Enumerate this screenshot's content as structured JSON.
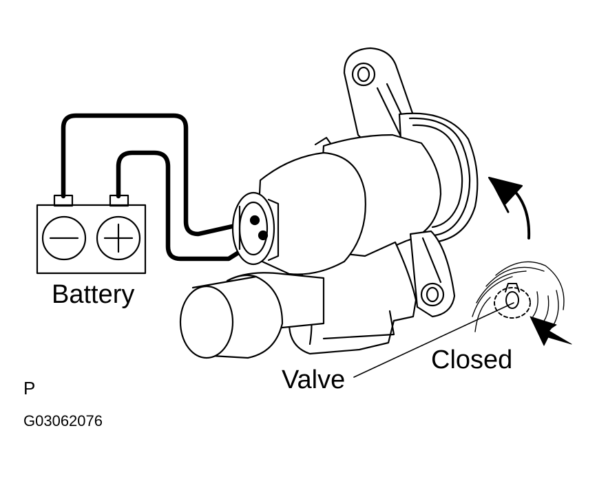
{
  "labels": {
    "battery": "Battery",
    "valve": "Valve",
    "closed": "Closed",
    "page_marker": "P",
    "figure_code": "G03062076"
  },
  "battery": {
    "negative_symbol": "−",
    "positive_symbol": "+"
  },
  "colors": {
    "line": "#000000",
    "background": "#ffffff"
  }
}
